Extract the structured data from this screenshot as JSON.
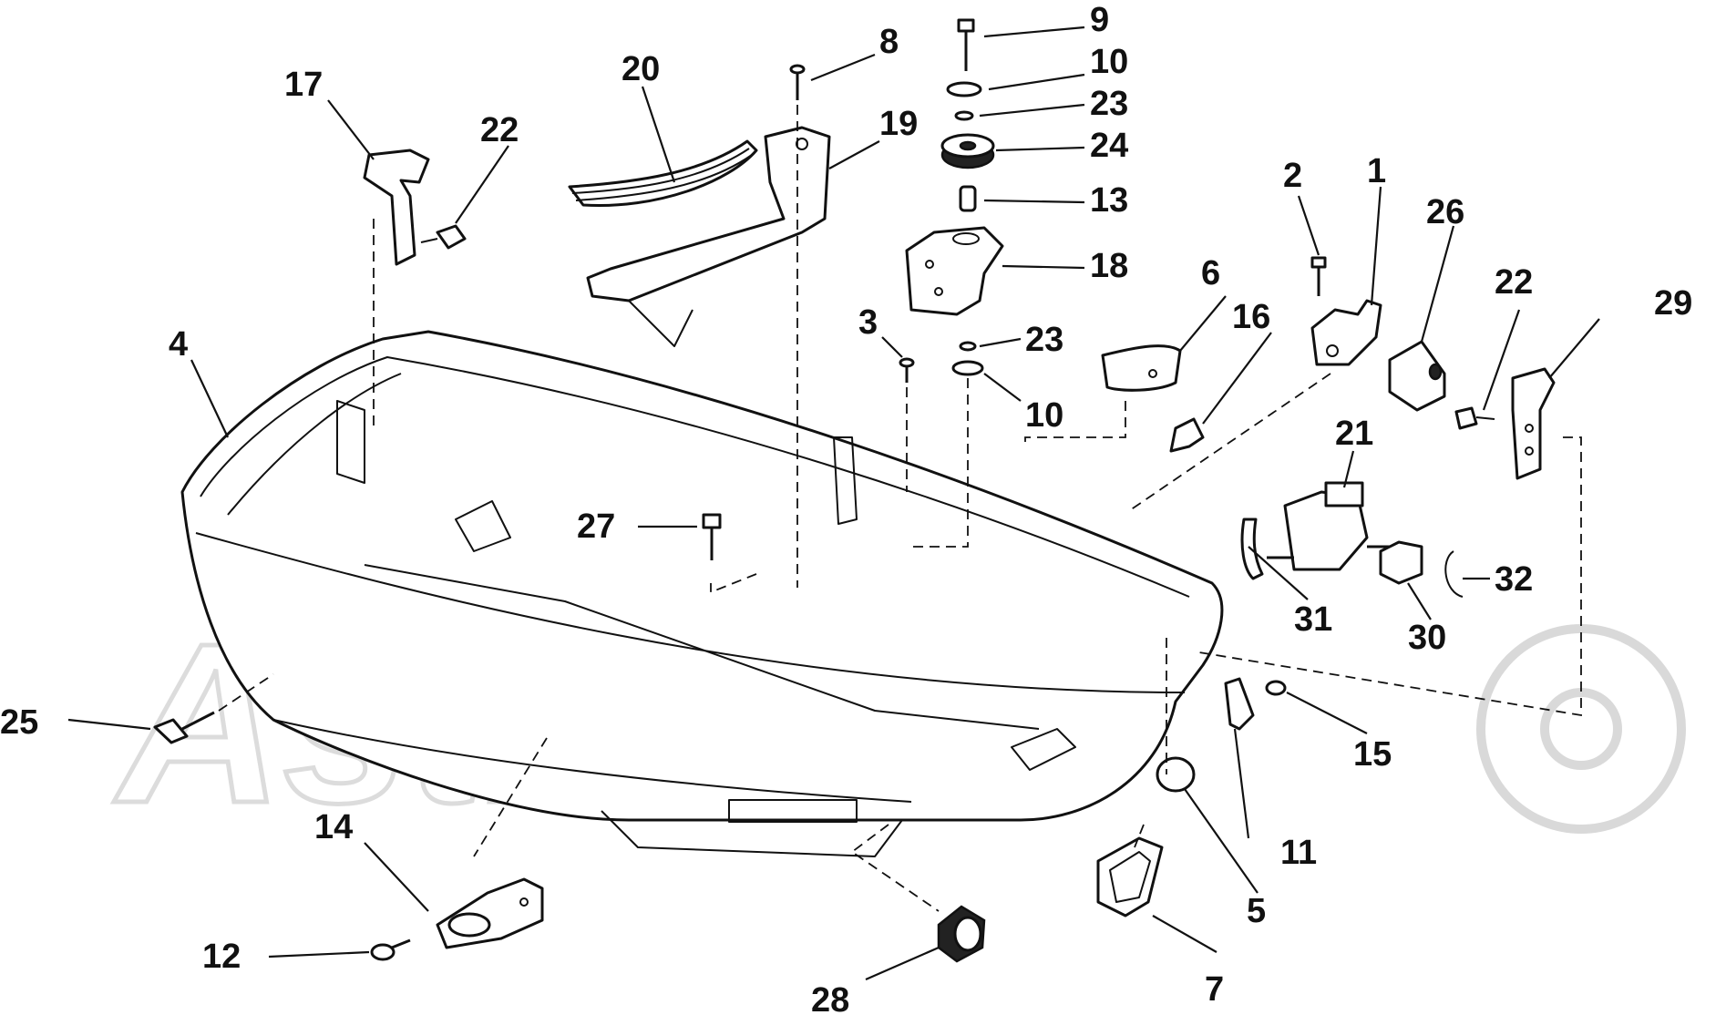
{
  "watermark": {
    "text": "Astro"
  },
  "callouts": [
    {
      "id": "1",
      "label": "1"
    },
    {
      "id": "2",
      "label": "2"
    },
    {
      "id": "3",
      "label": "3"
    },
    {
      "id": "4",
      "label": "4"
    },
    {
      "id": "5",
      "label": "5"
    },
    {
      "id": "6",
      "label": "6"
    },
    {
      "id": "7",
      "label": "7"
    },
    {
      "id": "8",
      "label": "8"
    },
    {
      "id": "9",
      "label": "9"
    },
    {
      "id": "10a",
      "label": "10"
    },
    {
      "id": "10b",
      "label": "10"
    },
    {
      "id": "11",
      "label": "11"
    },
    {
      "id": "12",
      "label": "12"
    },
    {
      "id": "13",
      "label": "13"
    },
    {
      "id": "14",
      "label": "14"
    },
    {
      "id": "15",
      "label": "15"
    },
    {
      "id": "16",
      "label": "16"
    },
    {
      "id": "17",
      "label": "17"
    },
    {
      "id": "18",
      "label": "18"
    },
    {
      "id": "19",
      "label": "19"
    },
    {
      "id": "20",
      "label": "20"
    },
    {
      "id": "21",
      "label": "21"
    },
    {
      "id": "22a",
      "label": "22"
    },
    {
      "id": "22b",
      "label": "22"
    },
    {
      "id": "23a",
      "label": "23"
    },
    {
      "id": "23b",
      "label": "23"
    },
    {
      "id": "24",
      "label": "24"
    },
    {
      "id": "25",
      "label": "25"
    },
    {
      "id": "26",
      "label": "26"
    },
    {
      "id": "27",
      "label": "27"
    },
    {
      "id": "28",
      "label": "28"
    },
    {
      "id": "29",
      "label": "29"
    },
    {
      "id": "30",
      "label": "30"
    },
    {
      "id": "31",
      "label": "31"
    },
    {
      "id": "32",
      "label": "32"
    }
  ]
}
